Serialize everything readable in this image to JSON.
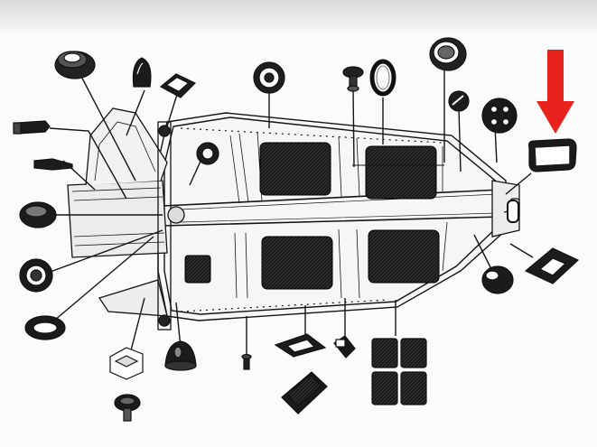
{
  "diagram": {
    "kind": "exploded-parts-view",
    "subject": "floor-pan-chassis-with-rubber-grommets-and-seals",
    "highlight": {
      "part": "rectangular-gasket",
      "marker": "red-down-arrow",
      "color": "#e8231e"
    },
    "ink_color": "#141414",
    "paper_color": "#fbfbfb",
    "parts": [
      {
        "id": "large-grommet",
        "group": "left"
      },
      {
        "id": "bullet-boot",
        "group": "top"
      },
      {
        "id": "square-pad",
        "group": "top"
      },
      {
        "id": "round-cap",
        "group": "top"
      },
      {
        "id": "mushroom-plug",
        "group": "top"
      },
      {
        "id": "o-ring",
        "group": "top"
      },
      {
        "id": "cup-bushing",
        "group": "top-right"
      },
      {
        "id": "small-button",
        "group": "right"
      },
      {
        "id": "four-hole-mount",
        "group": "right"
      },
      {
        "id": "rectangular-gasket",
        "group": "right"
      },
      {
        "id": "slotted-grommet",
        "group": "right"
      },
      {
        "id": "wedge-mount",
        "group": "right"
      },
      {
        "id": "tapered-plug",
        "group": "bottom-right"
      },
      {
        "id": "floor-mats",
        "group": "bottom"
      },
      {
        "id": "boot-clip",
        "group": "bottom"
      },
      {
        "id": "fold-pad",
        "group": "bottom"
      },
      {
        "id": "stack-pad",
        "group": "bottom"
      },
      {
        "id": "screw",
        "group": "bottom"
      },
      {
        "id": "dome-mount",
        "group": "bottom"
      },
      {
        "id": "bracket-mount",
        "group": "bottom-left"
      },
      {
        "id": "stud-bushing",
        "group": "bottom-left"
      },
      {
        "id": "oval-grommet",
        "group": "left"
      },
      {
        "id": "ribbed-bushing",
        "group": "left"
      },
      {
        "id": "drum-bushing",
        "group": "left"
      },
      {
        "id": "rod-boot",
        "group": "left"
      },
      {
        "id": "cable-boot",
        "group": "left"
      }
    ]
  }
}
